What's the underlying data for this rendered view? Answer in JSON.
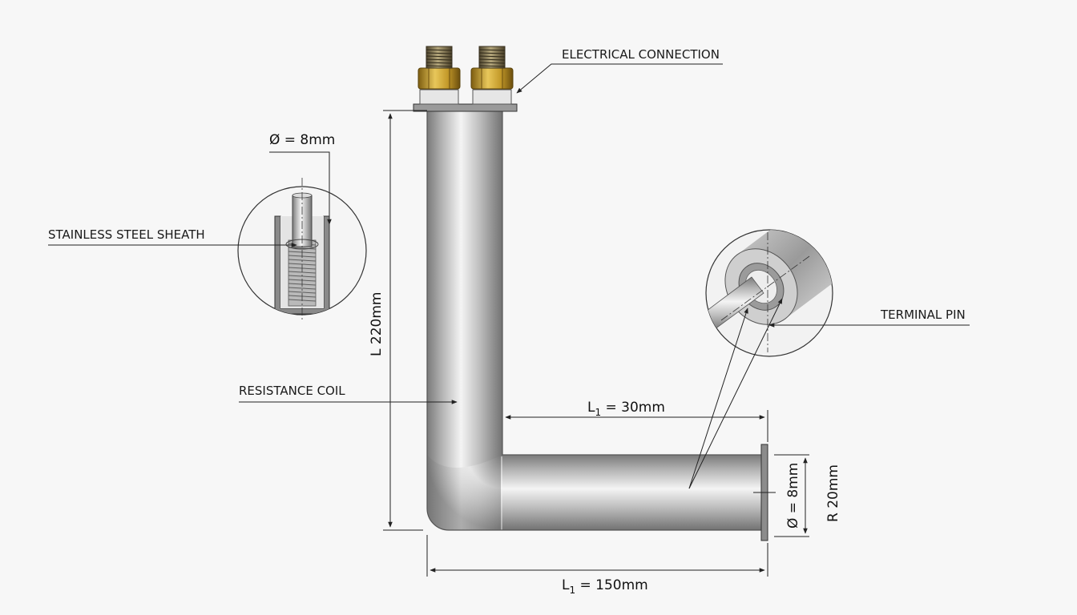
{
  "labels": {
    "electrical_connection": "ELECTRICAL CONNECTION",
    "stainless_steel_sheath": "STAINLESS STEEL SHEATH",
    "resistance_coil": "RESISTANCE COIL",
    "terminal_pin": "TERMINAL PIN"
  },
  "dimensions": {
    "sheath_diameter": "Ø = 8mm",
    "length_vertical": "L 220mm",
    "l1_30_main": "L",
    "l1_30_sub": "1",
    "l1_30_value": " = 30mm",
    "l1_150_main": "L",
    "l1_150_sub": "1",
    "l1_150_value": " = 150mm",
    "end_diameter": "Ø = 8mm",
    "radius": "R 20mm"
  },
  "colors": {
    "steel_light": "#f2f2f2",
    "steel_mid": "#b9b9b9",
    "steel_dark": "#6e6e6e",
    "brass": "#c9a227",
    "line": "#222222"
  }
}
